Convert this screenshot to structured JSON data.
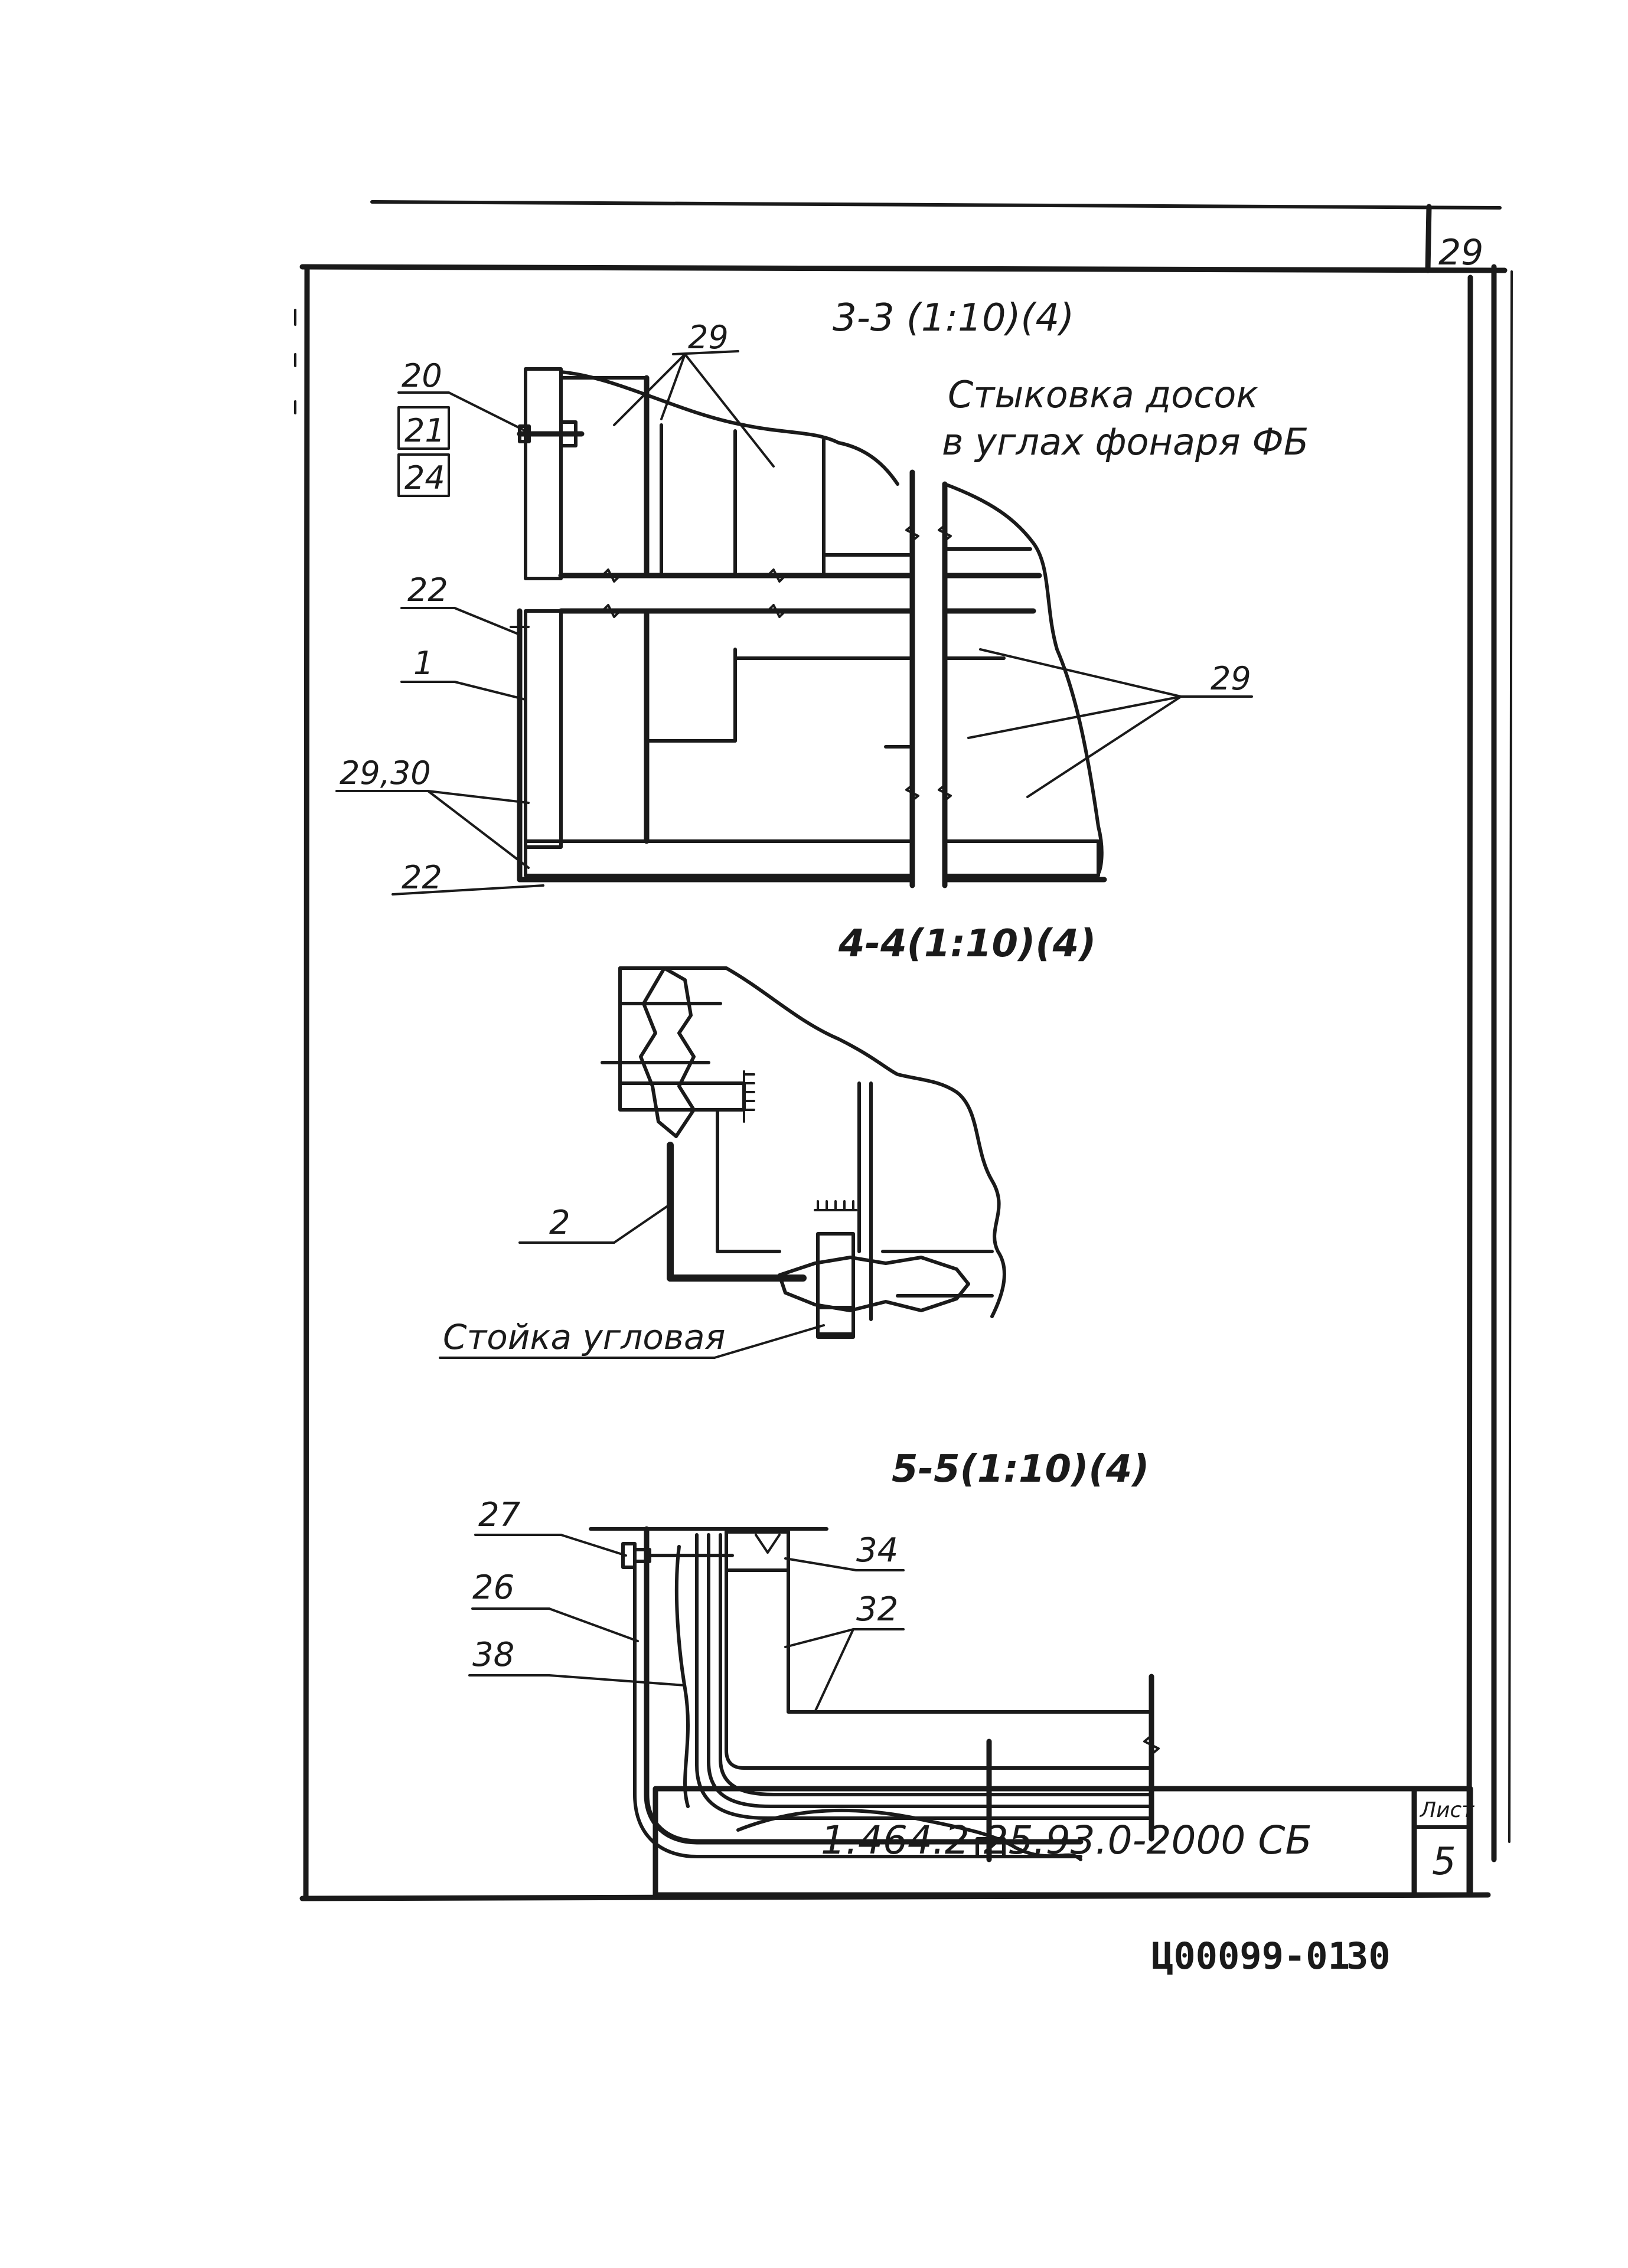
{
  "sheet": {
    "top_corner_number": "29",
    "bottom_stamp": "Ц00099-01",
    "bottom_page": "30"
  },
  "title_block": {
    "designation": "1.464.2-25.93.0-2000 СБ",
    "sheet_label": "Лист",
    "sheet_number": "5"
  },
  "section_3_3": {
    "title": "3-3 (1:10)(4)",
    "note_line1": "Стыковка досок",
    "note_line2": "в углах фонаря ФБ",
    "callouts": {
      "c20": "20",
      "c21": "21",
      "c24": "24",
      "c29_top": "29",
      "c22_upper": "22",
      "c1": "1",
      "c29_30": "29,30",
      "c22_lower": "22",
      "c29_right": "29"
    }
  },
  "section_4_4": {
    "title": "4-4(1:10)(4)",
    "callouts": {
      "c2": "2",
      "corner_post": "Стойка угловая"
    }
  },
  "section_5_5": {
    "title": "5-5(1:10)(4)",
    "callouts": {
      "c27": "27",
      "c26": "26",
      "c38": "38",
      "c34": "34",
      "c32": "32"
    }
  }
}
